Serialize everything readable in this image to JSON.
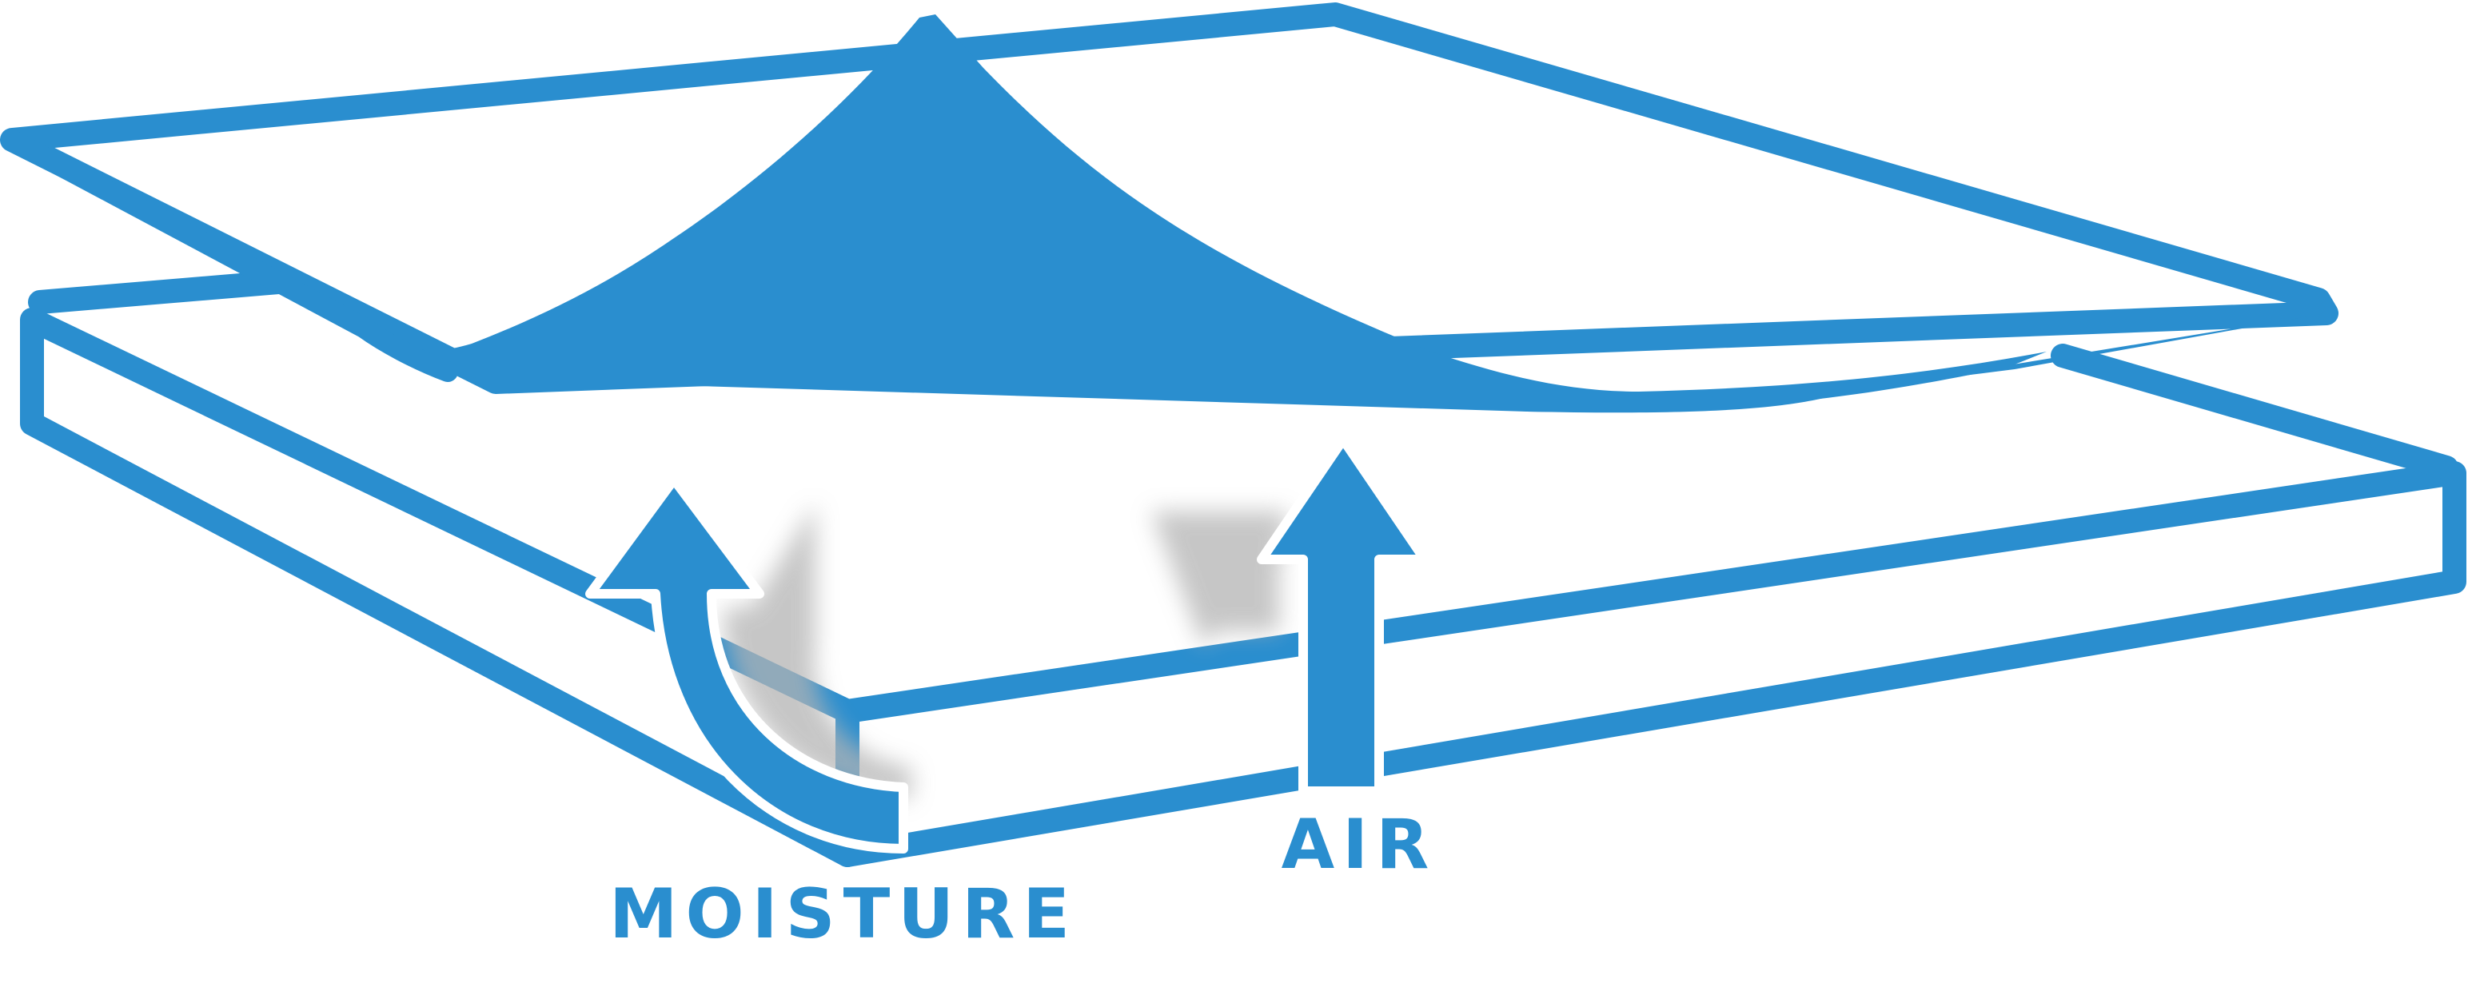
{
  "colors": {
    "primary": "#2a8ecf",
    "shadow": "#b4b4b4",
    "background": "#ffffff"
  },
  "labels": {
    "moisture": "MOISTURE",
    "air": "AIR"
  },
  "icons": {
    "moisture_arrow": "curved-up-arrow",
    "air_arrow": "straight-up-arrow"
  }
}
